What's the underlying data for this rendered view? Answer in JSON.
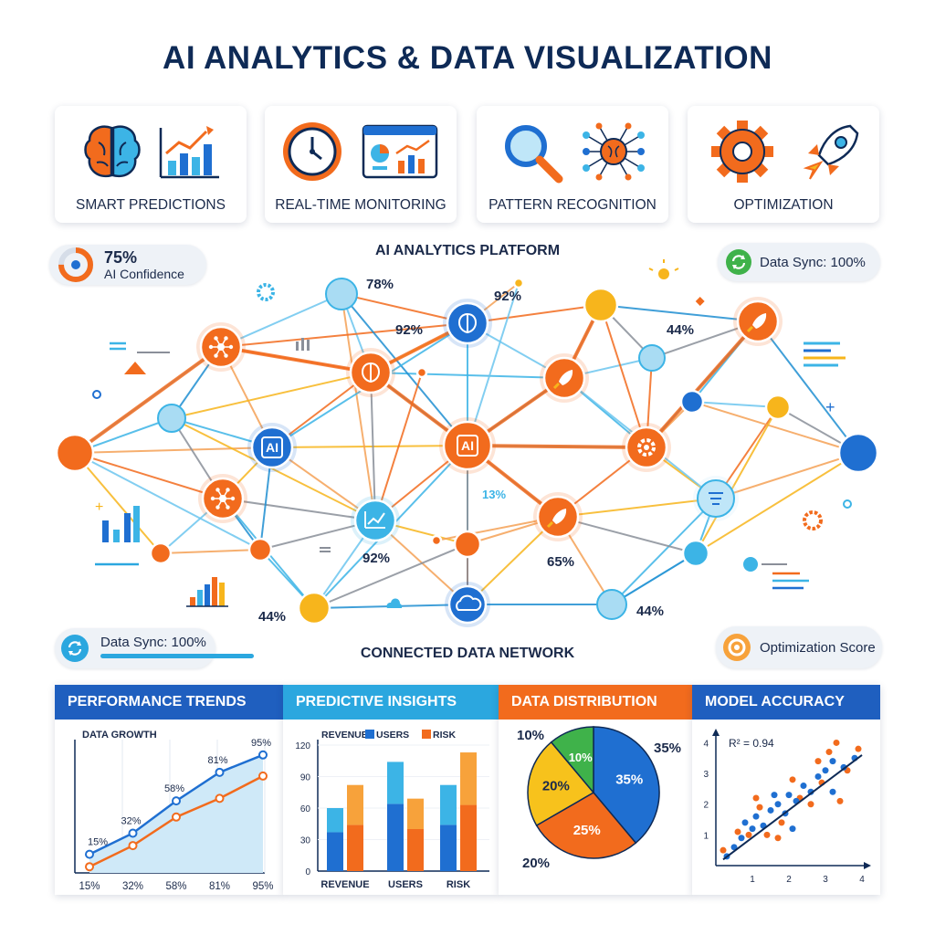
{
  "title": "AI ANALYTICS & DATA VISUALIZATION",
  "features": [
    {
      "label": "SMART PREDICTIONS",
      "icons": [
        "brain-icon",
        "bar-chart-icon"
      ]
    },
    {
      "label": "REAL-TIME MONITORING",
      "icons": [
        "clock-icon",
        "dashboard-icon"
      ]
    },
    {
      "label": "PATTERN RECOGNITION",
      "icons": [
        "magnifier-icon",
        "neural-brain-icon"
      ]
    },
    {
      "label": "OPTIMIZATION",
      "icons": [
        "gear-icon",
        "rocket-icon"
      ]
    }
  ],
  "network": {
    "title": "AI ANALYTICS PLATFORM",
    "subtitle": "CONNECTED DATA NETWORK",
    "confidence": {
      "value": "75%",
      "label": "AI Confidence",
      "fraction": 0.75
    },
    "sync_top": "Data Sync: 100%",
    "sync_bottom": "Data Sync: 100%",
    "optimization": "Optimization Score",
    "hub_label": "AI",
    "node_label": "AI",
    "percent_labels": [
      "78%",
      "92%",
      "92%",
      "44%",
      "92%",
      "65%",
      "44%",
      "44%",
      "13%"
    ]
  },
  "colors": {
    "orange": "#f26b1d",
    "blue": "#1f6fd1",
    "lightblue": "#3cb4e6",
    "yellow": "#f7b51c",
    "green": "#3fb24a",
    "navy": "#0e2a56"
  },
  "panels": {
    "trends": {
      "header": "PERFORMANCE TRENDS",
      "color": "#1f5fbf"
    },
    "insights": {
      "header": "PREDICTIVE INSIGHTS",
      "color": "#2ba7df"
    },
    "distribution": {
      "header": "DATA DISTRIBUTION",
      "color": "#f26b1d"
    },
    "accuracy": {
      "header": "MODEL ACCURACY",
      "color": "#1f5fbf"
    }
  },
  "chart_data": [
    {
      "type": "line",
      "title": "DATA GROWTH",
      "categories": [
        "15%",
        "32%",
        "58%",
        "81%",
        "95%"
      ],
      "series": [
        {
          "values": [
            15,
            32,
            58,
            81,
            95
          ]
        },
        {
          "values": [
            5,
            22,
            45,
            60,
            78
          ]
        }
      ],
      "data_labels": [
        "15%",
        "32%",
        "58%",
        "81%",
        "95%"
      ],
      "ylim": [
        0,
        100
      ]
    },
    {
      "type": "bar",
      "legend": [
        "REVENUE",
        "USERS",
        "RISK"
      ],
      "categories": [
        "REVENUE",
        "USERS",
        "RISK"
      ],
      "series": [
        {
          "name": "REVENUE",
          "base": [
            37,
            64,
            44
          ],
          "top": [
            23,
            40,
            38
          ],
          "colors": [
            "#1f6fd1",
            "#3cb4e6"
          ]
        },
        {
          "name": "RISK",
          "base": [
            44,
            40,
            63
          ],
          "top": [
            38,
            29,
            50
          ],
          "colors": [
            "#f26b1d",
            "#f7a23b"
          ]
        }
      ],
      "yticks": [
        0,
        30,
        60,
        90,
        120
      ],
      "ylim": [
        0,
        120
      ]
    },
    {
      "type": "pie",
      "labels": [
        "35%",
        "25%",
        "20%",
        "10%"
      ],
      "values": [
        35,
        25,
        20,
        10
      ],
      "colors": [
        "#1f6fd1",
        "#f26b1d",
        "#f7c21c",
        "#3fb24a"
      ],
      "outer_labels": [
        "35%",
        "20%",
        "10%"
      ]
    },
    {
      "type": "scatter",
      "annotation": "R² = 0.94",
      "xticks": [
        1,
        2,
        3,
        4
      ],
      "yticks": [
        1,
        2,
        3,
        4
      ],
      "xlim": [
        0,
        4.2
      ],
      "ylim": [
        0,
        4.4
      ],
      "points_blue": [
        [
          0.3,
          0.3
        ],
        [
          0.5,
          0.6
        ],
        [
          0.7,
          0.9
        ],
        [
          0.8,
          1.4
        ],
        [
          1.0,
          1.2
        ],
        [
          1.1,
          1.6
        ],
        [
          1.3,
          1.3
        ],
        [
          1.5,
          1.8
        ],
        [
          1.7,
          2.0
        ],
        [
          1.9,
          1.7
        ],
        [
          2.0,
          2.3
        ],
        [
          2.2,
          2.1
        ],
        [
          2.4,
          2.6
        ],
        [
          2.6,
          2.4
        ],
        [
          2.8,
          2.9
        ],
        [
          3.0,
          3.1
        ],
        [
          3.2,
          3.4
        ],
        [
          3.5,
          3.2
        ],
        [
          3.8,
          3.5
        ],
        [
          2.1,
          1.2
        ],
        [
          1.6,
          2.3
        ],
        [
          3.2,
          2.4
        ]
      ],
      "points_orange": [
        [
          0.2,
          0.5
        ],
        [
          0.6,
          1.1
        ],
        [
          0.9,
          1.0
        ],
        [
          1.2,
          1.9
        ],
        [
          1.4,
          1.0
        ],
        [
          1.8,
          1.4
        ],
        [
          2.1,
          2.8
        ],
        [
          2.3,
          2.2
        ],
        [
          2.6,
          2.0
        ],
        [
          2.9,
          2.7
        ],
        [
          3.1,
          3.7
        ],
        [
          3.4,
          2.1
        ],
        [
          3.6,
          3.1
        ],
        [
          3.9,
          3.8
        ],
        [
          1.1,
          2.2
        ],
        [
          2.8,
          3.4
        ],
        [
          1.7,
          0.9
        ],
        [
          3.3,
          4.0
        ]
      ],
      "trend": [
        [
          0.2,
          0.2
        ],
        [
          4.0,
          3.6
        ]
      ]
    }
  ]
}
